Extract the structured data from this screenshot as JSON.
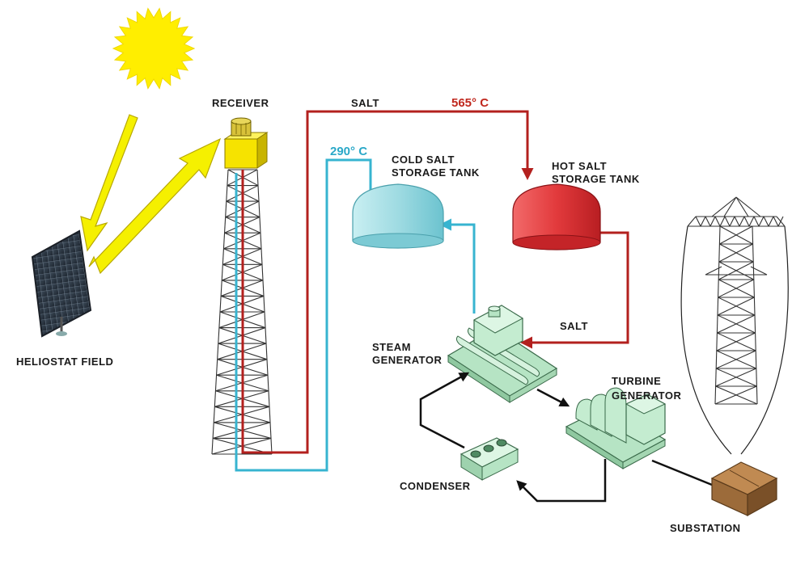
{
  "labels": {
    "receiver": "RECEIVER",
    "salt_top": "SALT",
    "hot_temp": "565° C",
    "cold_temp": "290° C",
    "cold_tank_line1": "COLD SALT",
    "cold_tank_line2": "STORAGE TANK",
    "hot_tank_line1": "HOT SALT",
    "hot_tank_line2": "STORAGE TANK",
    "heliostat_field": "HELIOSTAT  FIELD",
    "salt_right": "SALT",
    "steam_gen_line1": "STEAM",
    "steam_gen_line2": "GENERATOR",
    "turbine_line1": "TURBINE",
    "turbine_line2": "GENERATOR",
    "condenser": "CONDENSER",
    "substation": "SUBSTATION"
  },
  "colors": {
    "hot_salt": "#b3201e",
    "cold_salt": "#37b4d0",
    "hot_temp_text": "#c0281e",
    "cold_temp_text": "#2aa8c8",
    "sun": "#ffee00",
    "arrow": "#f5f000",
    "cold_tank": "#9fdbe2",
    "hot_tank": "#e23a3c",
    "equipment": "#b6e4c4",
    "substation_box": "#9c6b3a"
  }
}
